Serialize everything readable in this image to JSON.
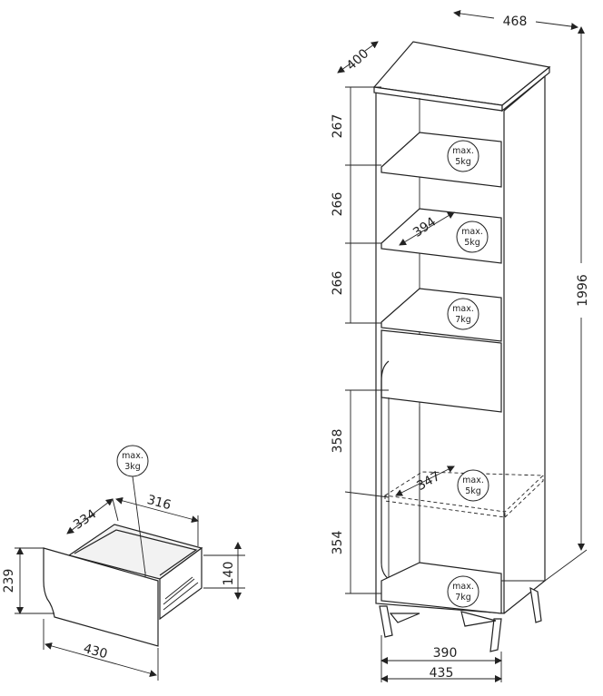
{
  "cabinet": {
    "width": "468",
    "depth": "400",
    "height": "1996",
    "shelf_gaps": [
      "267",
      "266",
      "266"
    ],
    "shelf_inner_depth": "394",
    "door_gaps": [
      "358",
      "354"
    ],
    "inner_shelf_depth": "347",
    "base_inner_width": "390",
    "base_outer_width": "435",
    "loads": [
      {
        "l1": "max.",
        "l2": "5kg"
      },
      {
        "l1": "max.",
        "l2": "5kg"
      },
      {
        "l1": "max.",
        "l2": "7kg"
      },
      {
        "l1": "max.",
        "l2": "5kg"
      },
      {
        "l1": "max.",
        "l2": "7kg"
      }
    ]
  },
  "drawer": {
    "depth": "334",
    "inner_width": "316",
    "front_height": "239",
    "side_height": "140",
    "front_width": "430",
    "load": {
      "l1": "max.",
      "l2": "3kg"
    }
  }
}
